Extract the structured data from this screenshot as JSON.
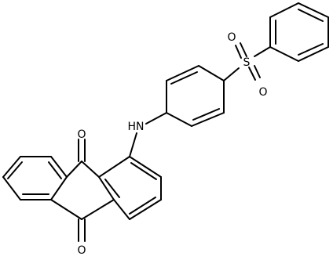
{
  "atoms": {
    "carbonyl_top_o": "O",
    "carbonyl_bottom_o": "O",
    "amine_nh": "HN",
    "sulfonyl_s": "S",
    "sulfonyl_o_left": "O",
    "sulfonyl_o_right": "O"
  },
  "colors": {
    "bond": "#000000",
    "label": "#000000",
    "background": "#ffffff"
  }
}
